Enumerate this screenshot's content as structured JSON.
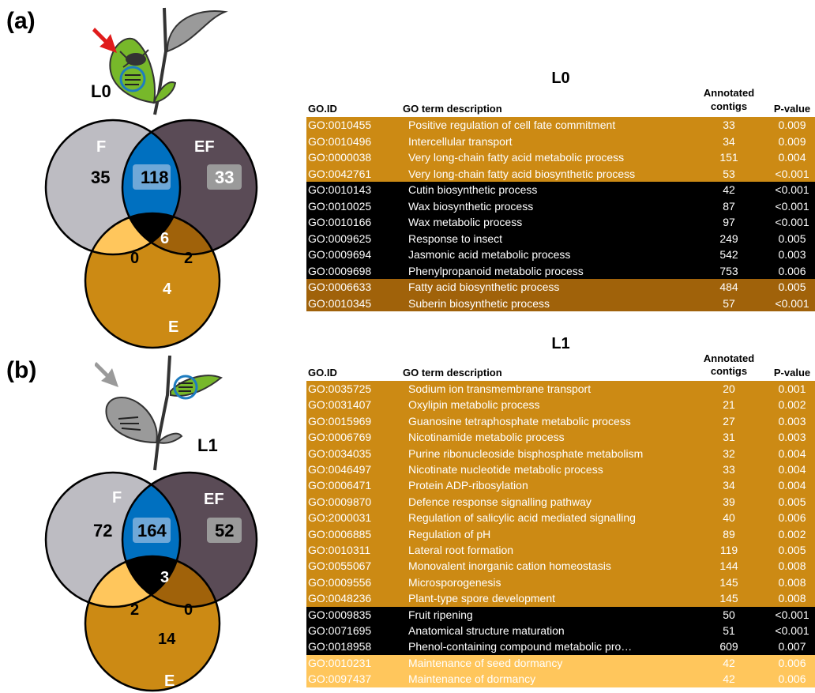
{
  "panels": {
    "a": "(a)",
    "b": "(b)"
  },
  "venn_a": {
    "plant_label": "L0",
    "sets": {
      "F": "F",
      "EF": "EF",
      "E": "E"
    },
    "counts": {
      "F_only": "35",
      "F_EF": "118",
      "EF_only": "33",
      "F_E": "0",
      "all": "6",
      "EF_E": "2",
      "E_only": "4"
    }
  },
  "venn_b": {
    "plant_label": "L1",
    "sets": {
      "F": "F",
      "EF": "EF",
      "E": "E"
    },
    "counts": {
      "F_only": "72",
      "F_EF": "164",
      "EF_only": "52",
      "F_E": "2",
      "all": "3",
      "EF_E": "0",
      "E_only": "14"
    }
  },
  "colors": {
    "F": "#bdbcc2",
    "EF": "#5a4b56",
    "E": "#cc8a14",
    "F_EF": "#0070c0",
    "F_E": "#ffc65c",
    "EF_E": "#a0620a",
    "all": "#000000"
  },
  "table_L0": {
    "title": "L0",
    "headers": {
      "id": "GO.ID",
      "desc": "GO term description",
      "annot1": "Annotated",
      "annot2": "contigs",
      "p": "P-value"
    },
    "rows": [
      {
        "id": "GO:0010455",
        "desc": "Positive regulation of cell fate commitment",
        "count": "33",
        "p": "0.009",
        "group": "E"
      },
      {
        "id": "GO:0010496",
        "desc": "Intercellular transport",
        "count": "34",
        "p": "0.009",
        "group": "E"
      },
      {
        "id": "GO:0000038",
        "desc": "Very long-chain fatty acid metabolic process",
        "count": "151",
        "p": "0.004",
        "group": "E"
      },
      {
        "id": "GO:0042761",
        "desc": "Very long-chain fatty acid biosynthetic process",
        "count": "53",
        "p": "<0.001",
        "group": "E"
      },
      {
        "id": "GO:0010143",
        "desc": "Cutin biosynthetic process",
        "count": "42",
        "p": "<0.001",
        "group": "all"
      },
      {
        "id": "GO:0010025",
        "desc": "Wax biosynthetic process",
        "count": "87",
        "p": "<0.001",
        "group": "all"
      },
      {
        "id": "GO:0010166",
        "desc": "Wax metabolic process",
        "count": "97",
        "p": "<0.001",
        "group": "all"
      },
      {
        "id": "GO:0009625",
        "desc": "Response to insect",
        "count": "249",
        "p": "0.005",
        "group": "all"
      },
      {
        "id": "GO:0009694",
        "desc": "Jasmonic acid metabolic process",
        "count": "542",
        "p": "0.003",
        "group": "all"
      },
      {
        "id": "GO:0009698",
        "desc": "Phenylpropanoid metabolic process",
        "count": "753",
        "p": "0.006",
        "group": "all"
      },
      {
        "id": "GO:0006633",
        "desc": "Fatty acid biosynthetic process",
        "count": "484",
        "p": "0.005",
        "group": "EF_E"
      },
      {
        "id": "GO:0010345",
        "desc": "Suberin biosynthetic process",
        "count": "57",
        "p": "<0.001",
        "group": "EF_E"
      }
    ]
  },
  "table_L1": {
    "title": "L1",
    "headers": {
      "id": "GO.ID",
      "desc": "GO term description",
      "annot1": "Annotated",
      "annot2": "contigs",
      "p": "P-value"
    },
    "rows": [
      {
        "id": "GO:0035725",
        "desc": "Sodium ion transmembrane transport",
        "count": "20",
        "p": "0.001",
        "group": "E"
      },
      {
        "id": "GO:0031407",
        "desc": "Oxylipin metabolic process",
        "count": "21",
        "p": "0.002",
        "group": "E"
      },
      {
        "id": "GO:0015969",
        "desc": "Guanosine tetraphosphate metabolic process",
        "count": "27",
        "p": "0.003",
        "group": "E"
      },
      {
        "id": "GO:0006769",
        "desc": "Nicotinamide metabolic process",
        "count": "31",
        "p": "0.003",
        "group": "E"
      },
      {
        "id": "GO:0034035",
        "desc": "Purine ribonucleoside bisphosphate metabolism",
        "count": "32",
        "p": "0.004",
        "group": "E"
      },
      {
        "id": "GO:0046497",
        "desc": "Nicotinate nucleotide metabolic process",
        "count": "33",
        "p": "0.004",
        "group": "E"
      },
      {
        "id": "GO:0006471",
        "desc": "Protein ADP-ribosylation",
        "count": "34",
        "p": "0.004",
        "group": "E"
      },
      {
        "id": "GO:0009870",
        "desc": "Defence response signalling pathway",
        "count": "39",
        "p": "0.005",
        "group": "E"
      },
      {
        "id": "GO:2000031",
        "desc": "Regulation of salicylic acid mediated signalling",
        "count": "40",
        "p": "0.006",
        "group": "E"
      },
      {
        "id": "GO:0006885",
        "desc": "Regulation of pH",
        "count": "89",
        "p": "0.002",
        "group": "E"
      },
      {
        "id": "GO:0010311",
        "desc": "Lateral root formation",
        "count": "119",
        "p": "0.005",
        "group": "E"
      },
      {
        "id": "GO:0055067",
        "desc": "Monovalent inorganic cation homeostasis",
        "count": "144",
        "p": "0.008",
        "group": "E"
      },
      {
        "id": "GO:0009556",
        "desc": "Microsporogenesis",
        "count": "145",
        "p": "0.008",
        "group": "E"
      },
      {
        "id": "GO:0048236",
        "desc": "Plant-type spore development",
        "count": "145",
        "p": "0.008",
        "group": "E"
      },
      {
        "id": "GO:0009835",
        "desc": "Fruit ripening",
        "count": "50",
        "p": "<0.001",
        "group": "all"
      },
      {
        "id": "GO:0071695",
        "desc": "Anatomical structure maturation",
        "count": "51",
        "p": "<0.001",
        "group": "all"
      },
      {
        "id": "GO:0018958",
        "desc": "Phenol-containing compound metabolic pro…",
        "count": "609",
        "p": "0.007",
        "group": "all"
      },
      {
        "id": "GO:0010231",
        "desc": "Maintenance of seed dormancy",
        "count": "42",
        "p": "0.006",
        "group": "F_E"
      },
      {
        "id": "GO:0097437",
        "desc": "Maintenance of dormancy",
        "count": "42",
        "p": "0.006",
        "group": "F_E"
      }
    ]
  }
}
